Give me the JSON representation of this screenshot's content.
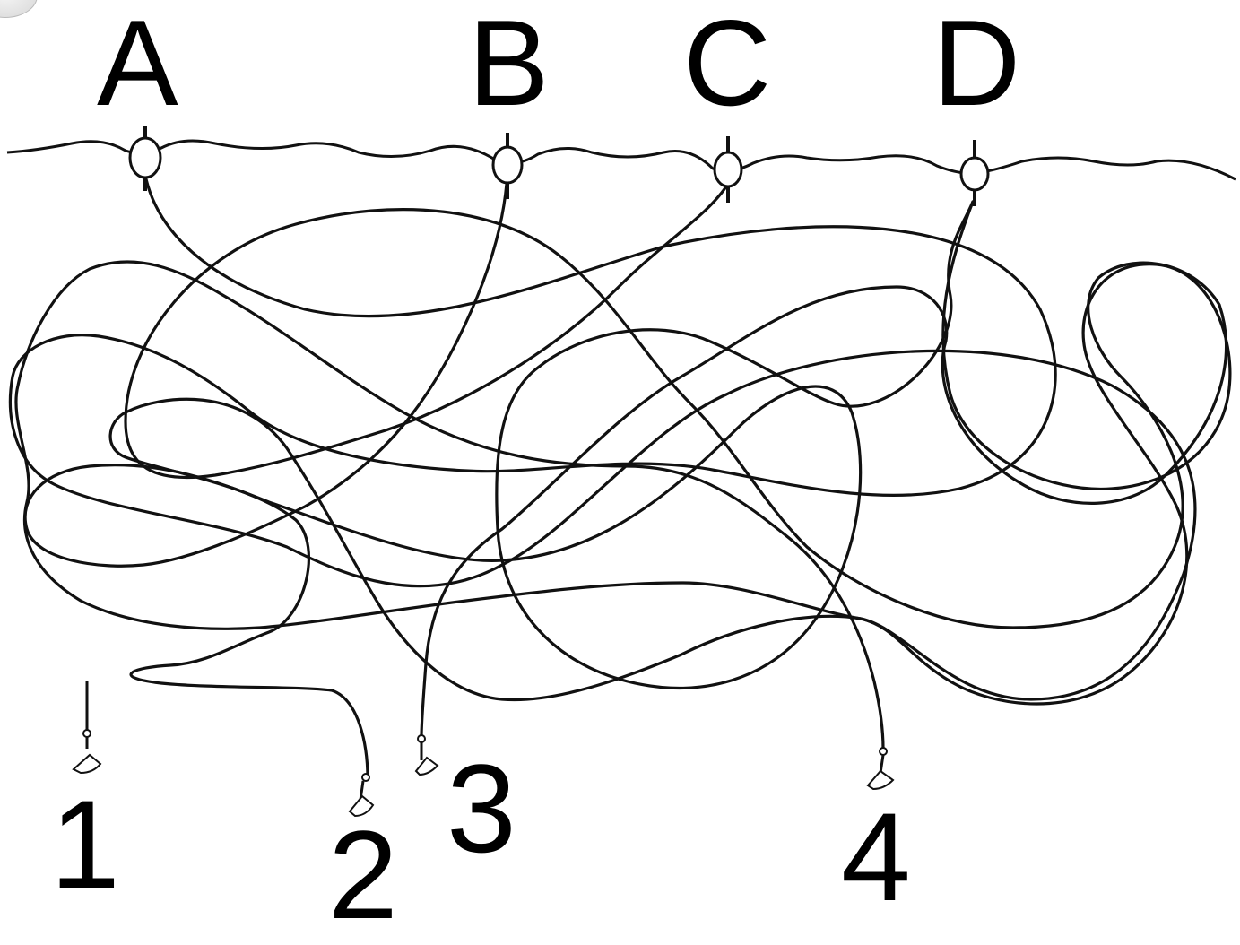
{
  "puzzle": {
    "buoys": [
      {
        "label": "A"
      },
      {
        "label": "B"
      },
      {
        "label": "C"
      },
      {
        "label": "D"
      }
    ],
    "anchors": [
      {
        "label": "1"
      },
      {
        "label": "2"
      },
      {
        "label": "3"
      },
      {
        "label": "4"
      }
    ],
    "colors": {
      "ink": "#111111",
      "background": "#ffffff"
    }
  }
}
